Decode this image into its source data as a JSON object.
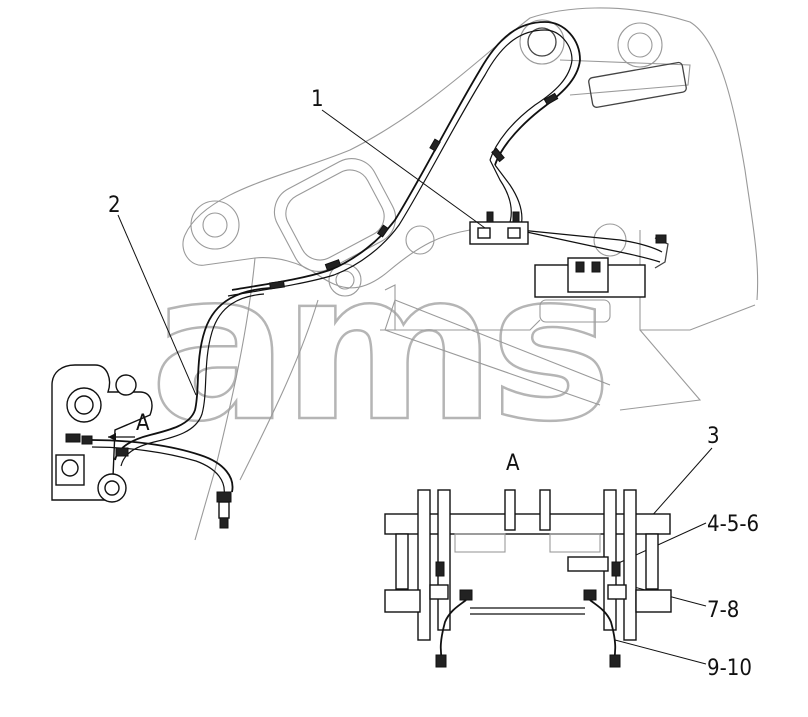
{
  "diagram": {
    "watermark": "ams",
    "callouts": {
      "c1": "1",
      "c2": "2",
      "c3": "3",
      "c456": "4-5-6",
      "c78": "7-8",
      "c910": "9-10"
    },
    "view_marker": "A",
    "view_title": "A"
  }
}
